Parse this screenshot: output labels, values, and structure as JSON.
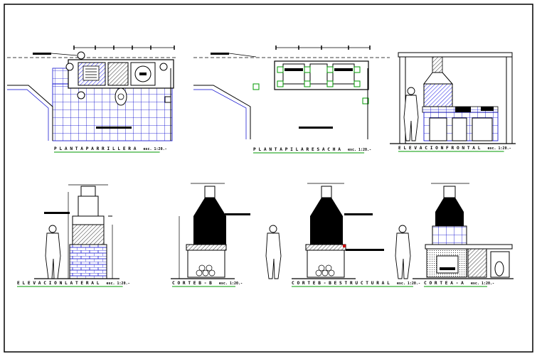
{
  "colors": {
    "line": "#000000",
    "tile": "#0000cc",
    "hatch": "#1a1ae6",
    "frame": "#000000",
    "label_underline": "#009900",
    "accent_red": "#cc0000"
  },
  "drawings": [
    {
      "title": "PLANTA PARRILLERA",
      "scale": "esc. 1:20.-"
    },
    {
      "title": "PLANTA PILARES ACHA",
      "scale": "esc. 1:20.-"
    },
    {
      "title": "ELEVACION FRONTAL",
      "scale": "esc. 1:20.-"
    },
    {
      "title": "ELEVACION LATERAL",
      "scale": "esc. 1:20.-"
    },
    {
      "title": "CORTE B-B",
      "scale": "esc. 1:20.-"
    },
    {
      "title": "CORTE B-B ESTRUCTURAL",
      "scale": "esc. 1:20.-"
    },
    {
      "title": "CORTE A-A",
      "scale": "esc. 1:20.-"
    }
  ]
}
